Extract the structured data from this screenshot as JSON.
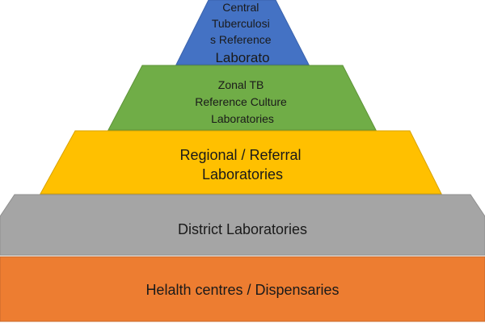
{
  "diagram": {
    "tiers": [
      {
        "id": "central",
        "lines": [
          "Central",
          "Tuberculosi",
          "s Reference",
          "Laborato"
        ],
        "color": "#4472c4"
      },
      {
        "id": "zonal",
        "lines": [
          "Zonal TB",
          "Reference  Culture",
          "Laboratories"
        ],
        "color": "#70ad47"
      },
      {
        "id": "regional",
        "lines": [
          "Regional / Referral",
          "Laboratories"
        ],
        "color": "#ffc000"
      },
      {
        "id": "district",
        "lines": [
          "District Laboratories"
        ],
        "color": "#a5a5a5"
      },
      {
        "id": "health-centres",
        "lines": [
          "Helalth centres / Dispensaries"
        ],
        "color": "#ed7d31"
      }
    ]
  }
}
